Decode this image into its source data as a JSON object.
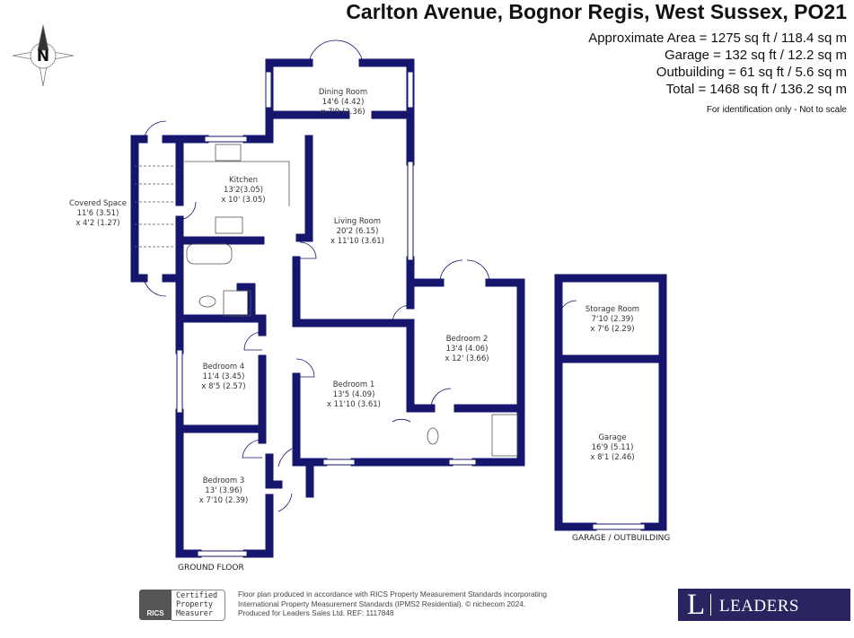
{
  "header": {
    "title": "Carlton Avenue, Bognor Regis, West Sussex, PO21",
    "areas": [
      "Approximate Area = 1275 sq ft / 118.4 sq m",
      "Garage = 132 sq ft / 12.2 sq m",
      "Outbuilding = 61 sq ft / 5.6 sq m",
      "Total = 1468 sq ft / 136.2 sq m"
    ],
    "note": "For identification only - Not to scale"
  },
  "compass": {
    "label": "N"
  },
  "rooms": {
    "dining": {
      "name": "Dining Room",
      "dim1": "14'6 (4.42)",
      "dim2": "x 7'9 (2.36)"
    },
    "kitchen": {
      "name": "Kitchen",
      "dim1": "13'2(3.05)",
      "dim2": "x 10' (3.05)"
    },
    "covered": {
      "name": "Covered Space",
      "dim1": "11'6 (3.51)",
      "dim2": "x 4'2 (1.27)"
    },
    "living": {
      "name": "Living Room",
      "dim1": "20'2 (6.15)",
      "dim2": "x 11'10 (3.61)"
    },
    "bed2": {
      "name": "Bedroom 2",
      "dim1": "13'4 (4.06)",
      "dim2": "x 12' (3.66)"
    },
    "bed4": {
      "name": "Bedroom 4",
      "dim1": "11'4 (3.45)",
      "dim2": "x 8'5 (2.57)"
    },
    "bed1": {
      "name": "Bedroom 1",
      "dim1": "13'5 (4.09)",
      "dim2": "x 11'10 (3.61)"
    },
    "bed3": {
      "name": "Bedroom 3",
      "dim1": "13' (3.96)",
      "dim2": "x 7'10 (2.39)"
    },
    "storage": {
      "name": "Storage Room",
      "dim1": "7'10 (2.39)",
      "dim2": "x 7'6 (2.29)"
    },
    "garage": {
      "name": "Garage",
      "dim1": "16'9 (5.11)",
      "dim2": "x 8'1 (2.46)"
    }
  },
  "captions": {
    "ground": "GROUND FLOOR",
    "garage": "GARAGE / OUTBUILDING"
  },
  "footer": {
    "rics": "RICS",
    "cert": [
      "Certified",
      "Property",
      "Measurer"
    ],
    "disclaimer": [
      "Floor plan produced in accordance with RICS Property Measurement Standards incorporating",
      "International Property Measurement Standards (IPMS2 Residential).   © nichecom 2024.",
      "Produced for Leaders Sales Ltd.   REF: 1117848"
    ],
    "brand_letter": "L",
    "brand": "LEADERS"
  },
  "colors": {
    "wall": "#16166e",
    "brand": "#2a2460"
  }
}
